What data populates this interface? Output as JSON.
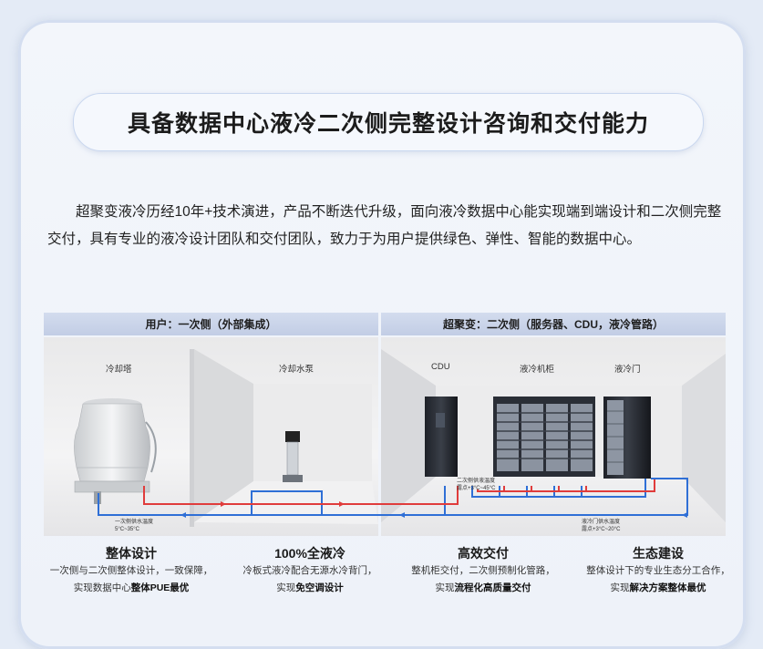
{
  "title": "具备数据中心液冷二次侧完整设计咨询和交付能力",
  "intro": "超聚变液冷历经10年+技术演进，产品不断迭代升级，面向液冷数据中心能实现端到端设计和二次侧完整交付，具有专业的液冷设计团队和交付团队，致力于为用户提供绿色、弹性、智能的数据中心。",
  "diagram": {
    "left_band": "用户：一次侧（外部集成）",
    "right_band": "超聚变：二次侧（服务器、CDU，液冷管路）",
    "labels": {
      "cooling_tower": "冷却塔",
      "pump": "冷却水泵",
      "cdu": "CDU",
      "cabinet": "液冷机柜",
      "door": "液冷门"
    },
    "notes": {
      "supply_title": "一次侧供水温度",
      "supply_range": "5°C~35°C",
      "secondary_title": "二次侧供液温度",
      "secondary_range": "露点+3°C~45°C",
      "door_title": "液冷门供水温度",
      "door_range": "露点+3°C~20°C"
    },
    "colors": {
      "supply": "#2f6fd6",
      "return": "#e03c3c"
    }
  },
  "features": [
    {
      "title": "整体设计",
      "line1": "一次侧与二次侧整体设计，一致保障，",
      "line2_pre": "实现数据中心",
      "line2_bold": "整体PUE最优"
    },
    {
      "title": "100%全液冷",
      "line1": "冷板式液冷配合无源水冷背门，",
      "line2_pre": "实现",
      "line2_bold": "免空调设计"
    },
    {
      "title": "高效交付",
      "line1": "整机柜交付，二次侧预制化管路，",
      "line2_pre": "实现",
      "line2_bold": "流程化高质量交付"
    },
    {
      "title": "生态建设",
      "line1": "整体设计下的专业生态分工合作，",
      "line2_pre": "实现",
      "line2_bold": "解决方案整体最优"
    }
  ]
}
